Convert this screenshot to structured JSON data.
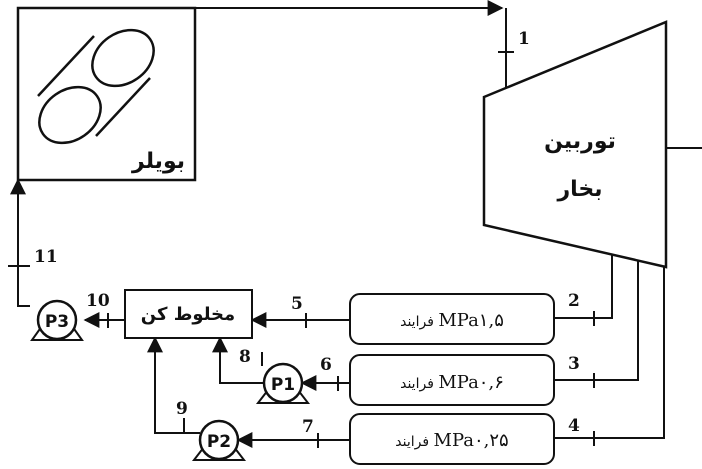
{
  "boiler": {
    "label": "بویلر"
  },
  "turbine": {
    "line1": "توربین",
    "line2": "بخار"
  },
  "mixer": {
    "label": "مخلوط کن"
  },
  "processes": [
    {
      "label": "فرایند ",
      "pressure": "MPa۱,۵"
    },
    {
      "label": "فرایند ",
      "pressure": "MPa۰,۶"
    },
    {
      "label": "فرایند ",
      "pressure": "MPa۰,۲۵"
    }
  ],
  "pumps": [
    "P3",
    "P1",
    "P2"
  ],
  "states": [
    "1",
    "2",
    "3",
    "4",
    "5",
    "6",
    "7",
    "8",
    "9",
    "10",
    "11"
  ]
}
